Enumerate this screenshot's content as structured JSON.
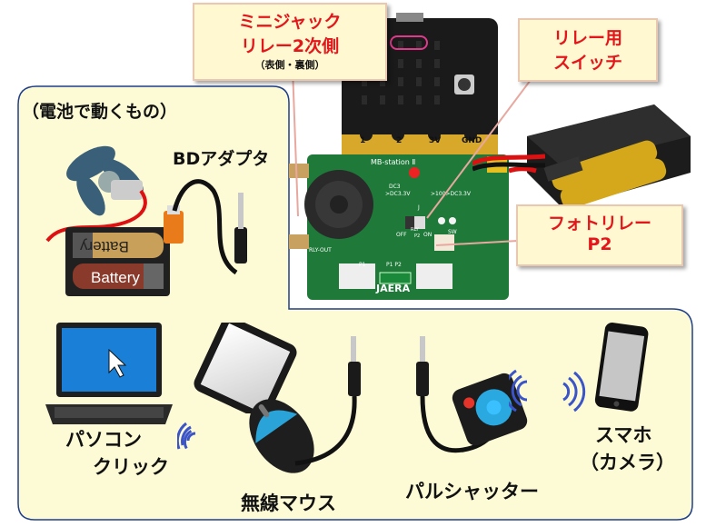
{
  "callouts": {
    "minijack": {
      "line1": "ミニジャック",
      "line2": "リレー2次側",
      "line3": "（表側・裏側）"
    },
    "relay_switch": {
      "line1": "リレー用",
      "line2": "スイッチ"
    },
    "photorelay": {
      "line1": "フォトリレー",
      "line2": "P2"
    }
  },
  "labels": {
    "battery_group": "（電池で動くもの）",
    "bd_adapter": "BDアダプタ",
    "pc_click_line1": "パソコン",
    "pc_click_line2": "クリック",
    "wireless_mouse": "無線マウス",
    "pulse_shutter": "パルシャッター",
    "smartphone_line1": "スマホ",
    "smartphone_line2": "（カメラ）"
  },
  "battery_text": {
    "top": "Battery",
    "bottom": "Battery"
  },
  "board": {
    "pins": [
      "1",
      "2",
      "3V",
      "GND"
    ],
    "name": "MB-station Ⅱ",
    "brand": "JAERA",
    "silk_dc3": "DC3",
    "silk_dc3v": ">DC3.3V",
    "silk_100": ">100>DC3.3V",
    "silk_off": "OFF",
    "silk_on": "ON",
    "silk_rly": "RLY",
    "silk_p2": "P2",
    "silk_sw": "SW",
    "silk_rly_out": "RLY-OUT",
    "silk_p1": "P1",
    "silk_p1p2": "P1  P2",
    "silk_j": "J"
  },
  "colors": {
    "callout_text": "#e3161b",
    "callout_bg": "#fff8d0",
    "panel_bg": "#fdfbd6",
    "pcb_green": "#1f7a3a",
    "microbit_black": "#1a1a1a"
  }
}
